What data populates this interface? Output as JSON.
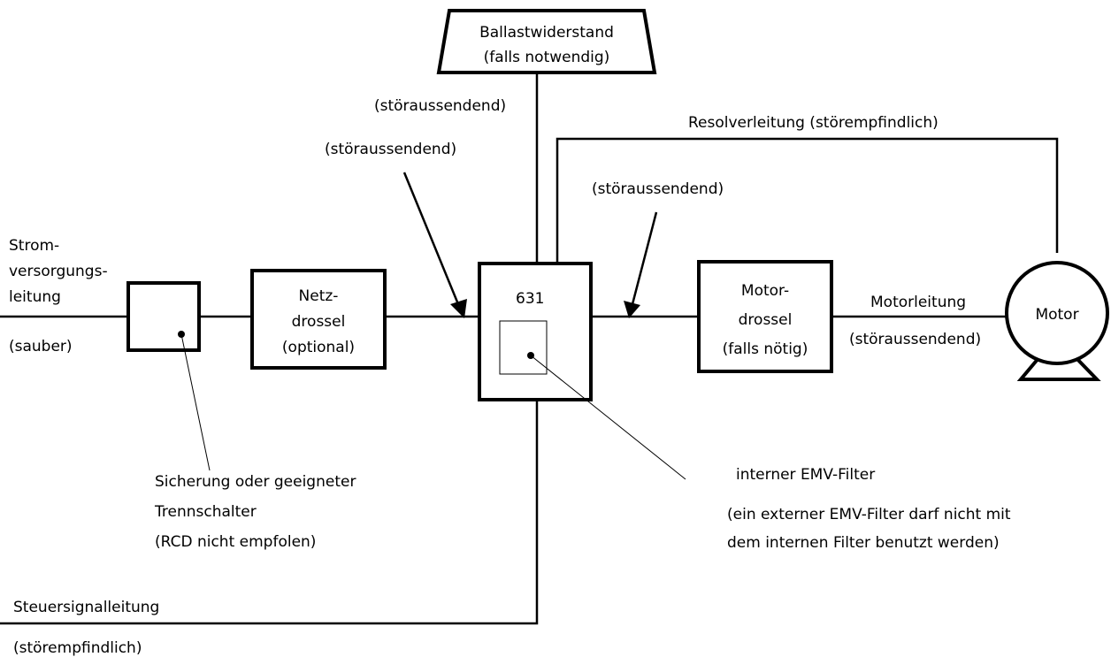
{
  "power_line": {
    "label_line1": "Strom-",
    "label_line2": "versorgungs-",
    "label_line3": "leitung",
    "status": "(sauber)"
  },
  "fuse": {
    "label_line1": "Sicherung oder geeigneter",
    "label_line2": "Trennschalter",
    "label_line3": "(RCD nicht empfolen)"
  },
  "line_choke": {
    "label_line1": "Netz-",
    "label_line2": "drossel",
    "label_line3": "(optional)"
  },
  "line_emission_label": "(störaussendend)",
  "ballast": {
    "label_line1": "Ballastwiderstand",
    "label_line2": "(falls notwendig)",
    "emission_label": "(störaussendend)"
  },
  "drive": {
    "label": "631"
  },
  "emc_filter": {
    "label_line1": "interner EMV-Filter",
    "note_line1": "(ein externer EMV-Filter darf nicht mit",
    "note_line2": "dem internen Filter benutzt werden)"
  },
  "output_emission_label": "(störaussendend)",
  "motor_choke": {
    "label_line1": "Motor-",
    "label_line2": "drossel",
    "label_line3": "(falls nötig)"
  },
  "motor_cable": {
    "label": "Motorleitung",
    "status": "(störaussendend)"
  },
  "motor": {
    "label": "Motor"
  },
  "resolver_cable": {
    "label": "Resolverleitung (störempfindlich)"
  },
  "control_line": {
    "label": "Steuersignalleitung",
    "status": "(störempfindlich)"
  }
}
